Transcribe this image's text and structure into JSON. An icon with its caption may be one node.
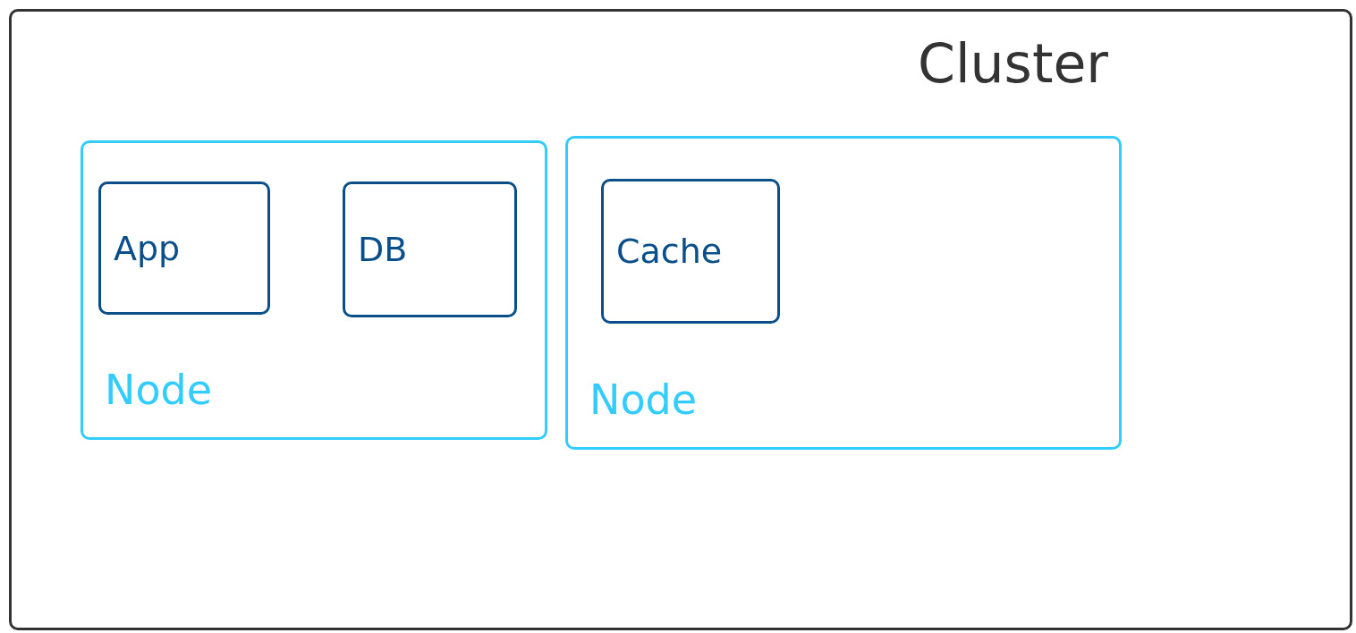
{
  "diagram": {
    "nodes": [
      {
        "text": [
          "Cluster"
        ]
      },
      {
        "text": [
          "Node"
        ],
        "in": 0
      },
      {
        "text": [
          "App"
        ],
        "in": 1
      },
      {
        "text": [
          "DB"
        ],
        "in": 1
      },
      {
        "text": [
          "Node"
        ],
        "in": 0
      },
      {
        "text": [
          "Cache"
        ],
        "in": 4
      }
    ]
  }
}
